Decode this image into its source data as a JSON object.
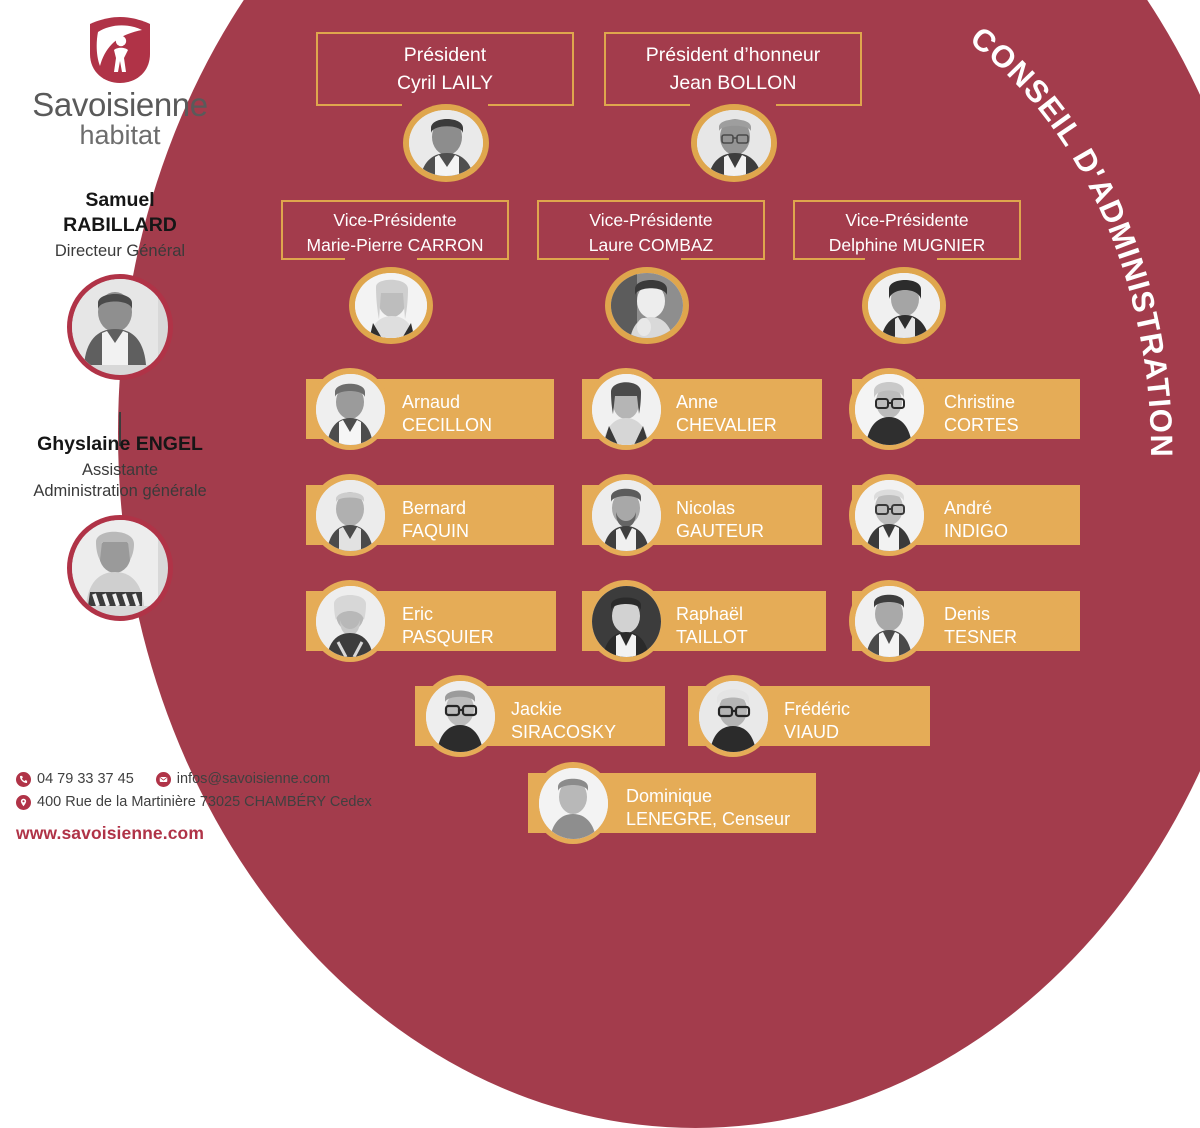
{
  "brand": {
    "name_line1": "Savoisienne",
    "name_line2": "habitat",
    "logo_icon": "house-person-logo",
    "accent_maroon": "#A33C4C",
    "accent_gold": "#DFA64D",
    "brand_red": "#B03347"
  },
  "section_title": "CONSEIL D'ADMINISTRATION",
  "sidebar": {
    "director": {
      "name_line1": "Samuel",
      "name_line2": "RABILLARD",
      "role": "Directeur Général",
      "photo_alt": "portrait-samuel-rabillard"
    },
    "assistant": {
      "name": "Ghyslaine ENGEL",
      "role_line1": "Assistante",
      "role_line2": "Administration générale",
      "photo_alt": "portrait-ghyslaine-engel"
    }
  },
  "contact": {
    "phone_icon": "phone-icon",
    "phone": "04 79 33 37 45",
    "mail_icon": "mail-icon",
    "email": "infos@savoisienne.com",
    "pin_icon": "location-pin-icon",
    "address": "400 Rue de la Martinière  73025 CHAMBÉRY Cedex",
    "website": "www.savoisienne.com"
  },
  "officers": [
    {
      "role": "Président",
      "name": "Cyril LAILY",
      "photo_alt": "portrait-cyril-laily"
    },
    {
      "role": "Président d’honneur",
      "name": "Jean BOLLON",
      "photo_alt": "portrait-jean-bollon"
    }
  ],
  "vice_presidents": [
    {
      "role": "Vice-Présidente",
      "name": "Marie-Pierre CARRON",
      "photo_alt": "portrait-marie-pierre-carron"
    },
    {
      "role": "Vice-Présidente",
      "name": "Laure COMBAZ",
      "photo_alt": "portrait-laure-combaz"
    },
    {
      "role": "Vice-Présidente",
      "name": "Delphine MUGNIER",
      "photo_alt": "portrait-delphine-mugnier"
    }
  ],
  "members": [
    {
      "first": "Arnaud",
      "last": "CECILLON",
      "photo_alt": "portrait-arnaud-cecillon"
    },
    {
      "first": "Anne",
      "last": "CHEVALIER",
      "photo_alt": "portrait-anne-chevalier"
    },
    {
      "first": "Christine",
      "last": "CORTES",
      "photo_alt": "portrait-christine-cortes"
    },
    {
      "first": "Bernard",
      "last": "FAQUIN",
      "photo_alt": "portrait-bernard-faquin"
    },
    {
      "first": "Nicolas",
      "last": "GAUTEUR",
      "photo_alt": "portrait-nicolas-gauteur"
    },
    {
      "first": "André",
      "last": "INDIGO",
      "photo_alt": "portrait-andre-indigo"
    },
    {
      "first": "Eric",
      "last": "PASQUIER",
      "photo_alt": "portrait-eric-pasquier"
    },
    {
      "first": "Raphaël",
      "last": "TAILLOT",
      "photo_alt": "portrait-raphael-taillot"
    },
    {
      "first": "Denis",
      "last": "TESNER",
      "photo_alt": "portrait-denis-tesner"
    },
    {
      "first": "Jackie",
      "last": "SIRACOSKY",
      "photo_alt": "portrait-jackie-siracosky"
    },
    {
      "first": "Frédéric",
      "last": "VIAUD",
      "photo_alt": "portrait-frederic-viaud"
    },
    {
      "first": "Dominique",
      "last": "LENEGRE, Censeur",
      "photo_alt": "portrait-dominique-lenegre"
    }
  ]
}
